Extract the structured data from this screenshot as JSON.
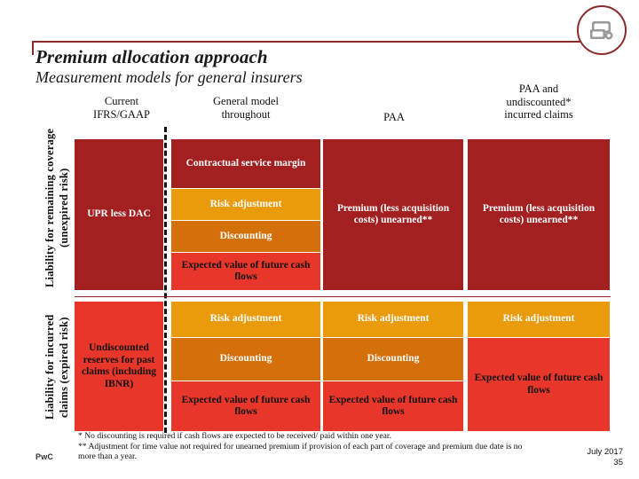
{
  "slide": {
    "title": "Premium allocation approach",
    "subtitle": "Measurement models for general insurers",
    "badge_icon": "briefcase-icon"
  },
  "columns": [
    {
      "id": "current",
      "header": "Current\nIFRS/GAAP"
    },
    {
      "id": "general",
      "header": "General model\nthroughout"
    },
    {
      "id": "paa",
      "header": "PAA"
    },
    {
      "id": "paa_undisc",
      "header": "PAA and\nundiscounted*\nincurred claims"
    }
  ],
  "column_headers": {
    "c1_line1": "Current",
    "c1_line2": "IFRS/GAAP",
    "c2_line1": "General model",
    "c2_line2": "throughout",
    "c3_line1": "PAA",
    "c4_line1": "PAA and",
    "c4_line2": "undiscounted*",
    "c4_line3": "incurred claims"
  },
  "row_labels": {
    "top": "Liability for remaining coverage (unexpired risk)",
    "bottom": "Liability for incurred claims (expired risk)"
  },
  "colors": {
    "dark_red": "#A32020",
    "amber": "#E99B0C",
    "orange": "#D4700A",
    "bright_red": "#E8362A",
    "rule_red": "#8C2B2B",
    "white": "#FFFFFF",
    "black": "#111111"
  },
  "blocks": {
    "top_section": {
      "current": [
        {
          "label": "UPR less DAC",
          "color": "dark_red",
          "text_color": "white"
        }
      ],
      "general": [
        {
          "label": "Contractual service margin",
          "color": "dark_red",
          "text_color": "white"
        },
        {
          "label": "Risk adjustment",
          "color": "amber",
          "text_color": "white"
        },
        {
          "label": "Discounting",
          "color": "orange",
          "text_color": "white"
        },
        {
          "label": "Expected value of future cash flows",
          "color": "bright_red",
          "text_color": "black"
        }
      ],
      "paa": [
        {
          "label": "Premium (less acquisition costs) unearned**",
          "color": "dark_red",
          "text_color": "white"
        }
      ],
      "paa_undisc": [
        {
          "label": "Premium (less acquisition costs) unearned**",
          "color": "dark_red",
          "text_color": "white"
        }
      ]
    },
    "bottom_section": {
      "current": [
        {
          "label": "Undiscounted reserves for past claims (including IBNR)",
          "color": "bright_red",
          "text_color": "black"
        }
      ],
      "general": [
        {
          "label": "Risk adjustment",
          "color": "amber",
          "text_color": "white"
        },
        {
          "label": "Discounting",
          "color": "orange",
          "text_color": "white"
        },
        {
          "label": "Expected value of future cash flows",
          "color": "bright_red",
          "text_color": "black"
        }
      ],
      "paa": [
        {
          "label": "Risk adjustment",
          "color": "amber",
          "text_color": "white"
        },
        {
          "label": "Discounting",
          "color": "orange",
          "text_color": "white"
        },
        {
          "label": "Expected value of future cash flows",
          "color": "bright_red",
          "text_color": "black"
        }
      ],
      "paa_undisc": [
        {
          "label": "Risk adjustment",
          "color": "amber",
          "text_color": "white"
        },
        {
          "label": "Expected value of future cash flows",
          "color": "bright_red",
          "text_color": "black"
        }
      ]
    }
  },
  "footnotes": {
    "line1": "* No discounting is required if cash flows are expected to be received/ paid within one year.",
    "line2": "** Adjustment for time value not required for unearned premium if provision of each part of coverage and premium due date is no more than a year."
  },
  "footer": {
    "logo": "PwC",
    "date": "July 2017",
    "page": "35"
  }
}
